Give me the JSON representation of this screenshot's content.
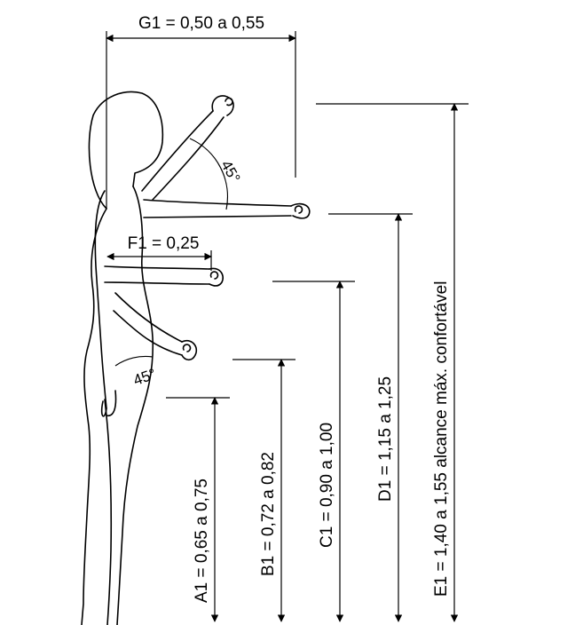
{
  "dimensions": {
    "g1": "G1 = 0,50 a 0,55",
    "f1": "F1 = 0,25",
    "a1": "A1 = 0,65 a 0,75",
    "b1": "B1 = 0,72 a 0,82",
    "c1": "C1 = 0,90 a 1,00",
    "d1": "D1 = 1,15 a 1,25",
    "e1": "E1 = 1,40 a 1,55 alcance máx. confortável"
  },
  "angles": {
    "upper": "45°",
    "lower": "45°"
  }
}
